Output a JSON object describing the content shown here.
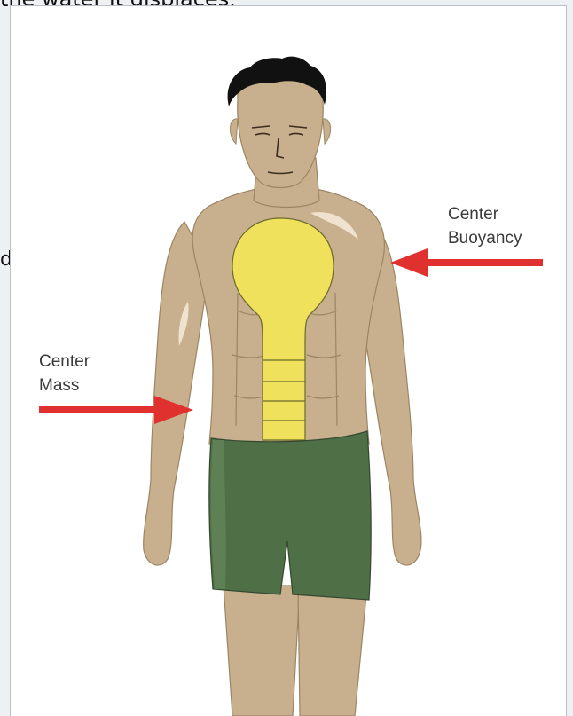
{
  "caption": {
    "top_text": "the water it displaces.",
    "side_char": "d"
  },
  "labels": {
    "buoyancy": [
      "Center",
      "Buoyancy"
    ],
    "mass": [
      "Center",
      "Mass"
    ]
  },
  "colors": {
    "skin": "#c8b08e",
    "skin_shadow": "#a8906e",
    "shorts": "#4f6f47",
    "hair": "#111111",
    "buoyancy_shape": "#efe15b",
    "arrow": "#e0312f"
  }
}
